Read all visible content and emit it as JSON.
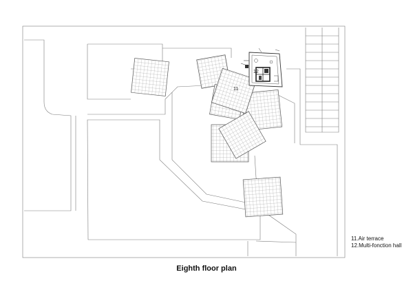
{
  "title": "Eighth floor plan",
  "legend": [
    "11.Air terrace",
    "12.Multi-fonction hall"
  ],
  "plan_labels": {
    "air_terrace": "11",
    "hall": "12"
  }
}
